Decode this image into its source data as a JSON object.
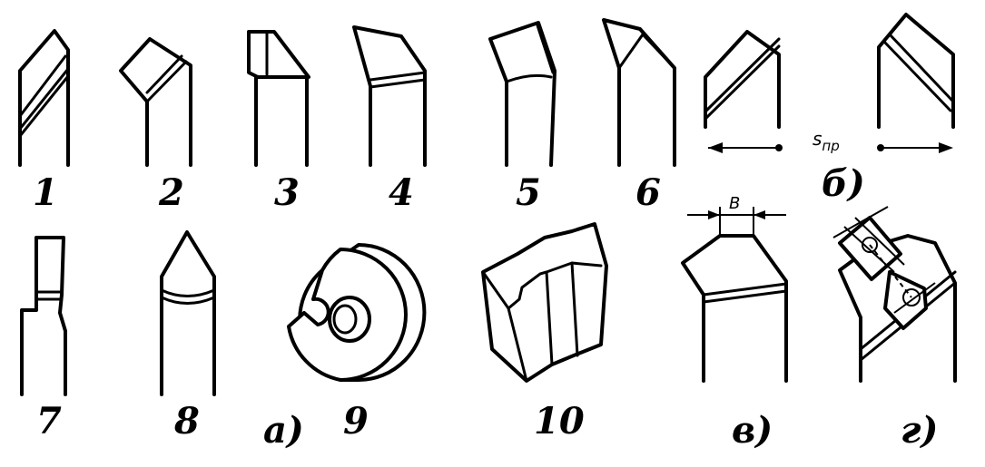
{
  "labels": {
    "t1": "1",
    "t2": "2",
    "t3": "3",
    "t4": "4",
    "t5": "5",
    "t6": "6",
    "t7": "7",
    "t8": "8",
    "t9": "9",
    "t10": "10",
    "a": "а)",
    "b": "б)",
    "v": "в)",
    "g": "г)",
    "feed": "s",
    "feed_sub": "пр",
    "width": "B"
  }
}
